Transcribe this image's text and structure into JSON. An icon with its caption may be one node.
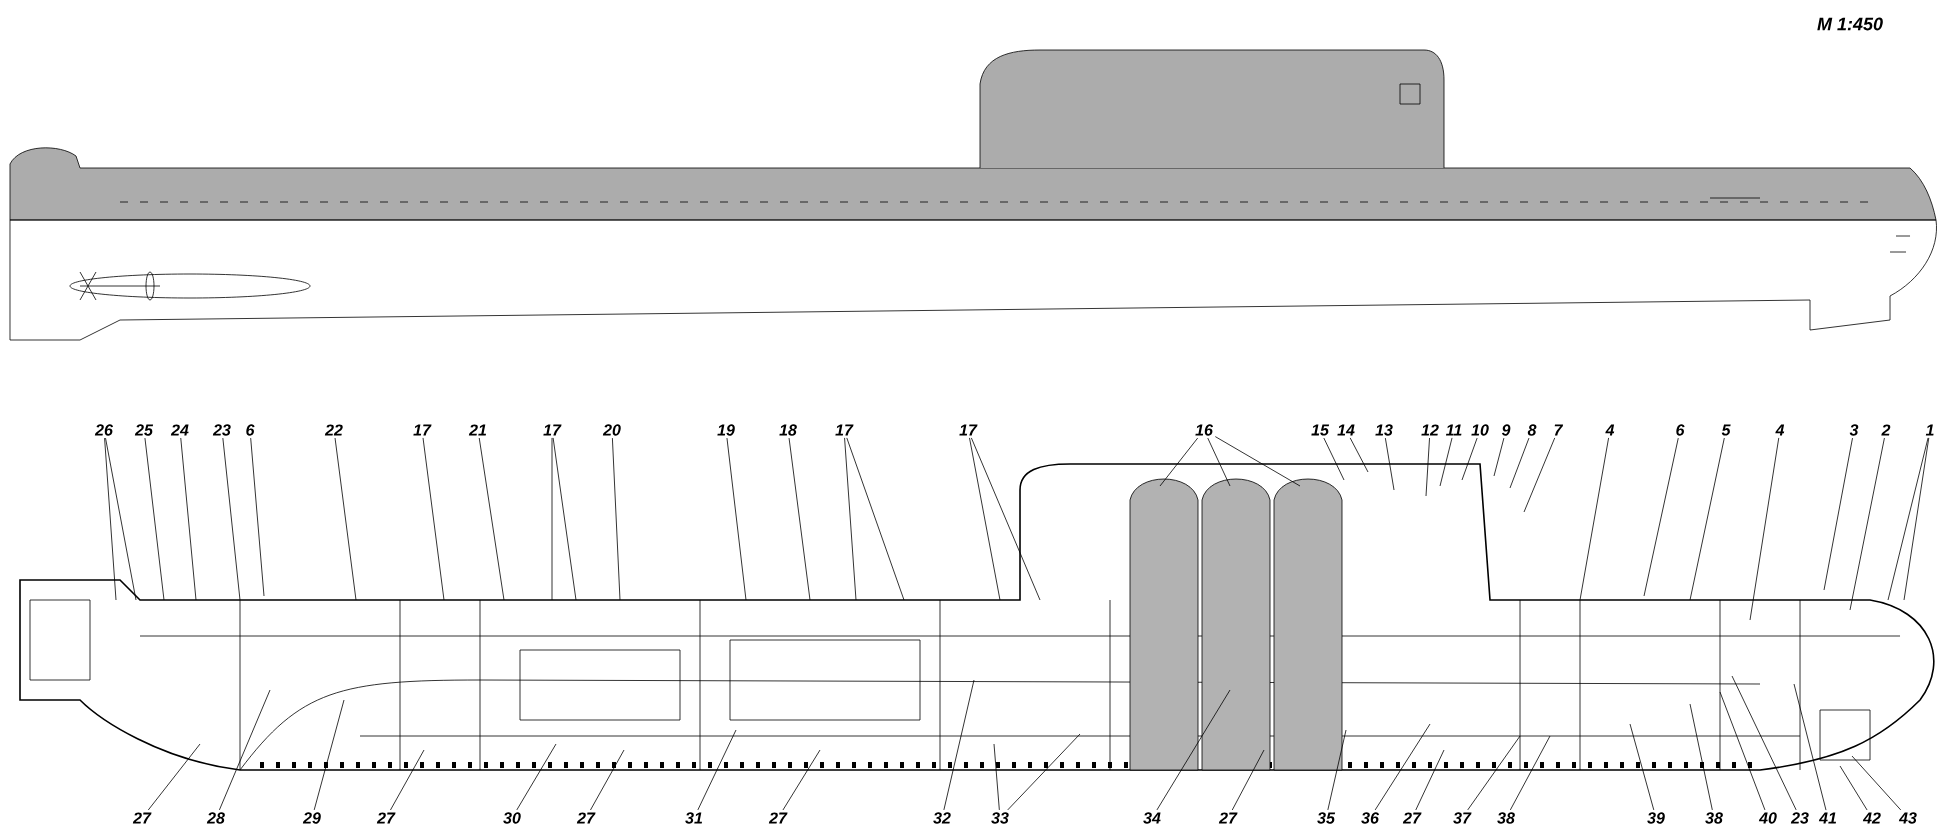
{
  "diagram": {
    "nodes": [
      {
        "text": [
          "26"
        ]
      },
      {
        "text": [
          "25"
        ]
      },
      {
        "text": [
          "24"
        ]
      },
      {
        "text": [
          "23"
        ]
      },
      {
        "text": [
          "6"
        ]
      },
      {
        "text": [
          "22"
        ]
      },
      {
        "text": [
          "17"
        ]
      },
      {
        "text": [
          "21"
        ]
      },
      {
        "text": [
          "17"
        ]
      },
      {
        "text": [
          "20"
        ]
      },
      {
        "text": [
          "19"
        ]
      },
      {
        "text": [
          "18"
        ]
      },
      {
        "text": [
          "17"
        ]
      },
      {
        "text": [
          "17"
        ]
      },
      {
        "text": [
          "16"
        ]
      },
      {
        "text": [
          "15"
        ]
      },
      {
        "text": [
          "14"
        ]
      },
      {
        "text": [
          "13"
        ]
      },
      {
        "text": [
          "12"
        ]
      },
      {
        "text": [
          "11"
        ]
      },
      {
        "text": [
          "10"
        ]
      },
      {
        "text": [
          "9"
        ]
      },
      {
        "text": [
          "8"
        ]
      },
      {
        "text": [
          "7"
        ]
      },
      {
        "text": [
          "4"
        ]
      },
      {
        "text": [
          "6"
        ]
      },
      {
        "text": [
          "5"
        ]
      },
      {
        "text": [
          "4"
        ]
      },
      {
        "text": [
          "3"
        ]
      },
      {
        "text": [
          "2"
        ]
      },
      {
        "text": [
          "1"
        ]
      },
      {
        "text": [
          "27"
        ]
      },
      {
        "text": [
          "28"
        ]
      },
      {
        "text": [
          "29"
        ]
      },
      {
        "text": [
          "27"
        ]
      },
      {
        "text": [
          "30"
        ]
      },
      {
        "text": [
          "27"
        ]
      },
      {
        "text": [
          "31"
        ]
      },
      {
        "text": [
          "27"
        ]
      },
      {
        "text": [
          "32"
        ]
      },
      {
        "text": [
          "33"
        ]
      },
      {
        "text": [
          "34"
        ]
      },
      {
        "text": [
          "27"
        ]
      },
      {
        "text": [
          "35"
        ]
      },
      {
        "text": [
          "36"
        ]
      },
      {
        "text": [
          "27"
        ]
      },
      {
        "text": [
          "37"
        ]
      },
      {
        "text": [
          "38"
        ]
      },
      {
        "text": [
          "39"
        ]
      },
      {
        "text": [
          "38"
        ]
      },
      {
        "text": [
          "40"
        ]
      },
      {
        "text": [
          "23"
        ]
      },
      {
        "text": [
          "41"
        ]
      },
      {
        "text": [
          "42"
        ]
      },
      {
        "text": [
          "43"
        ]
      }
    ],
    "edges": [
      {
        "from": 0,
        "to": null,
        "arrow": "none"
      },
      {
        "from": 0,
        "to": null,
        "arrow": "none"
      },
      {
        "from": 1,
        "to": null,
        "arrow": "none"
      },
      {
        "from": 2,
        "to": null,
        "arrow": "none"
      },
      {
        "from": 3,
        "to": null,
        "arrow": "none"
      },
      {
        "from": 4,
        "to": null,
        "arrow": "none"
      },
      {
        "from": 5,
        "to": null,
        "arrow": "none"
      },
      {
        "from": 6,
        "to": null,
        "arrow": "none"
      },
      {
        "from": 7,
        "to": null,
        "arrow": "none"
      },
      {
        "from": 8,
        "to": null,
        "arrow": "none"
      },
      {
        "from": 8,
        "to": null,
        "arrow": "none"
      },
      {
        "from": 9,
        "to": null,
        "arrow": "none"
      },
      {
        "from": 10,
        "to": null,
        "arrow": "none"
      },
      {
        "from": 11,
        "to": null,
        "arrow": "none"
      },
      {
        "from": 12,
        "to": null,
        "arrow": "none"
      },
      {
        "from": 12,
        "to": null,
        "arrow": "none"
      },
      {
        "from": 13,
        "to": null,
        "arrow": "none"
      },
      {
        "from": 13,
        "to": null,
        "arrow": "none"
      },
      {
        "from": 14,
        "to": null,
        "arrow": "none"
      },
      {
        "from": 14,
        "to": null,
        "arrow": "none"
      },
      {
        "from": 14,
        "to": null,
        "arrow": "none"
      },
      {
        "from": 15,
        "to": null,
        "arrow": "none"
      },
      {
        "from": 16,
        "to": null,
        "arrow": "none"
      },
      {
        "from": 17,
        "to": null,
        "arrow": "none"
      },
      {
        "from": 18,
        "to": null,
        "arrow": "none"
      },
      {
        "from": 19,
        "to": null,
        "arrow": "none"
      },
      {
        "from": 20,
        "to": null,
        "arrow": "none"
      },
      {
        "from": 21,
        "to": null,
        "arrow": "none"
      },
      {
        "from": 22,
        "to": null,
        "arrow": "none"
      },
      {
        "from": 23,
        "to": null,
        "arrow": "none"
      },
      {
        "from": 24,
        "to": null,
        "arrow": "none"
      },
      {
        "from": 25,
        "to": null,
        "arrow": "none"
      },
      {
        "from": 26,
        "to": null,
        "arrow": "none"
      },
      {
        "from": 27,
        "to": null,
        "arrow": "none"
      },
      {
        "from": 28,
        "to": null,
        "arrow": "none"
      },
      {
        "from": 29,
        "to": null,
        "arrow": "none"
      },
      {
        "from": 30,
        "to": null,
        "arrow": "none"
      },
      {
        "from": 30,
        "to": null,
        "arrow": "none"
      },
      {
        "from": 31,
        "to": null,
        "arrow": "none"
      },
      {
        "from": 32,
        "to": null,
        "arrow": "none"
      },
      {
        "from": 33,
        "to": null,
        "arrow": "none"
      },
      {
        "from": 34,
        "to": null,
        "arrow": "none"
      },
      {
        "from": 35,
        "to": null,
        "arrow": "none"
      },
      {
        "from": 36,
        "to": null,
        "arrow": "none"
      },
      {
        "from": 37,
        "to": null,
        "arrow": "none"
      },
      {
        "from": 38,
        "to": null,
        "arrow": "none"
      },
      {
        "from": 39,
        "to": null,
        "arrow": "none"
      },
      {
        "from": 40,
        "to": null,
        "arrow": "none"
      },
      {
        "from": 40,
        "to": null,
        "arrow": "none"
      },
      {
        "from": 41,
        "to": null,
        "arrow": "none"
      },
      {
        "from": 42,
        "to": null,
        "arrow": "none"
      },
      {
        "from": 43,
        "to": null,
        "arrow": "none"
      },
      {
        "from": 44,
        "to": null,
        "arrow": "none"
      },
      {
        "from": 45,
        "to": null,
        "arrow": "none"
      },
      {
        "from": 46,
        "to": null,
        "arrow": "none"
      },
      {
        "from": 47,
        "to": null,
        "arrow": "none"
      },
      {
        "from": 48,
        "to": null,
        "arrow": "none"
      },
      {
        "from": 49,
        "to": null,
        "arrow": "none"
      },
      {
        "from": 50,
        "to": null,
        "arrow": "none"
      },
      {
        "from": 51,
        "to": null,
        "arrow": "none"
      },
      {
        "from": 52,
        "to": null,
        "arrow": "none"
      },
      {
        "from": 53,
        "to": null,
        "arrow": "none"
      },
      {
        "from": 54,
        "to": null,
        "arrow": "none"
      }
    ],
    "labels": [
      "M 1:450"
    ]
  }
}
